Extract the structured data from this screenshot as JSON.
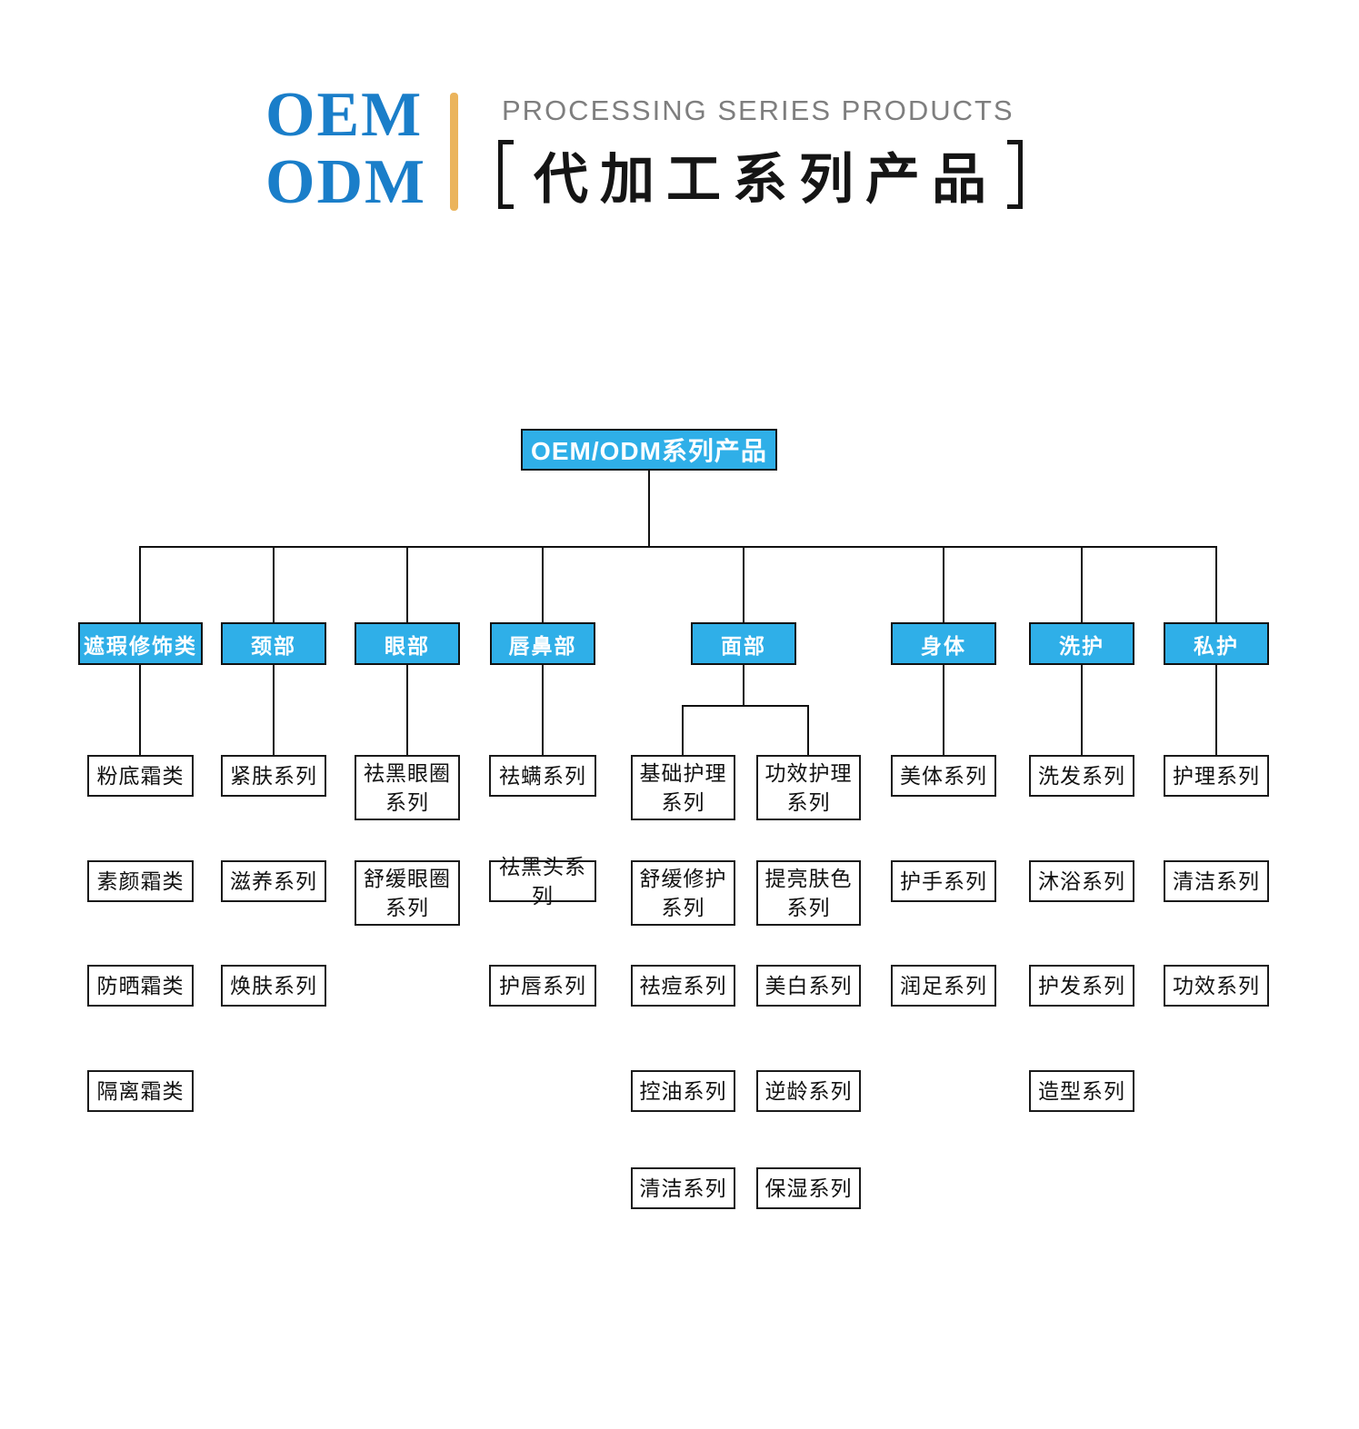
{
  "header": {
    "logo_line1": "OEM",
    "logo_line2": "ODM",
    "eyebrow": "PROCESSING SERIES PRODUCTS",
    "title_cn": "代加工系列产品"
  },
  "colors": {
    "node_blue": "#2fafe8",
    "logo_blue": "#1a7ec9",
    "gold_bar": "#ebb45c",
    "line": "#111111",
    "eyebrow_gray": "#7e7e7e"
  },
  "tree": {
    "root": "OEM/ODM系列产品",
    "categories": [
      {
        "label": "遮瑕修饰类",
        "children": [
          "粉底霜类",
          "素颜霜类",
          "防晒霜类",
          "隔离霜类"
        ]
      },
      {
        "label": "颈部",
        "children": [
          "紧肤系列",
          "滋养系列",
          "焕肤系列"
        ]
      },
      {
        "label": "眼部",
        "children": [
          "祛黑眼圈\n系列",
          "舒缓眼圈\n系列"
        ]
      },
      {
        "label": "唇鼻部",
        "children": [
          "祛螨系列",
          "祛黑头系列",
          "护唇系列"
        ]
      },
      {
        "label": "面部",
        "children_left": [
          "基础护理\n系列",
          "舒缓修护\n系列",
          "祛痘系列",
          "控油系列",
          "清洁系列"
        ],
        "children_right": [
          "功效护理\n系列",
          "提亮肤色\n系列",
          "美白系列",
          "逆龄系列",
          "保湿系列"
        ]
      },
      {
        "label": "身体",
        "children": [
          "美体系列",
          "护手系列",
          "润足系列"
        ]
      },
      {
        "label": "洗护",
        "children": [
          "洗发系列",
          "沐浴系列",
          "护发系列",
          "造型系列"
        ]
      },
      {
        "label": "私护",
        "children": [
          "护理系列",
          "清洁系列",
          "功效系列"
        ]
      }
    ]
  }
}
